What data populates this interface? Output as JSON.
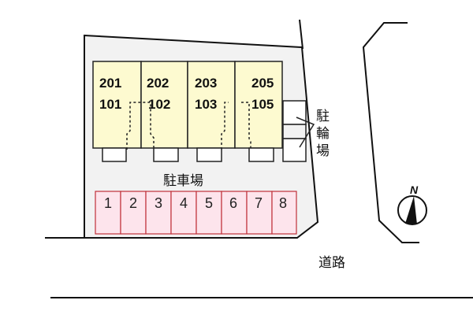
{
  "colors": {
    "lot_fill": "#f2f2f2",
    "building_fill": "#fdfad0",
    "parking_fill": "#fde4ec",
    "parking_stroke": "#c0303a",
    "line": "#111111"
  },
  "buildings": [
    {
      "upper": "201",
      "lower": "101"
    },
    {
      "upper": "202",
      "lower": "102"
    },
    {
      "upper": "203",
      "lower": "103"
    },
    {
      "upper": "205",
      "lower": "105"
    }
  ],
  "parking": {
    "label": "駐車場",
    "spaces": [
      "1",
      "2",
      "3",
      "4",
      "5",
      "6",
      "7",
      "8"
    ]
  },
  "bicycle_parking": {
    "label_chars": [
      "駐",
      "輪",
      "場"
    ]
  },
  "road": {
    "label": "道路"
  },
  "compass": {
    "label": "N"
  }
}
